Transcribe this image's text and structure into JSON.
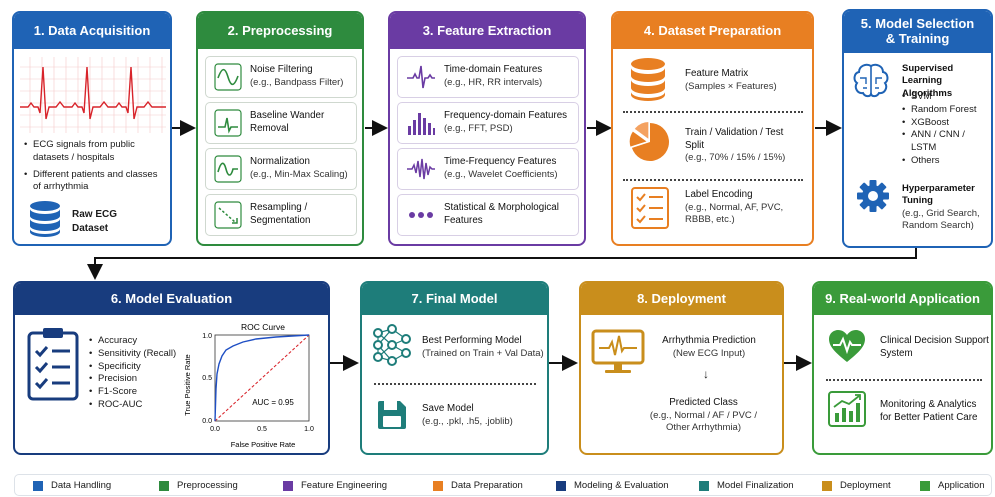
{
  "colors": {
    "blue": "#1f63b5",
    "green": "#2e8b3e",
    "purple": "#6a3ba3",
    "orange": "#e87f22",
    "navy": "#183c7e",
    "teal": "#1e7d7a",
    "gold": "#c98e1c",
    "app_green": "#3a9b3a",
    "ecg_red": "#d8232a"
  },
  "p1": {
    "title": "1. Data Acquisition",
    "bullets": [
      "ECG signals from public datasets / hospitals",
      "Different patients and classes of arrhythmia"
    ],
    "db_label_1": "Raw ECG",
    "db_label_2": "Dataset"
  },
  "p2": {
    "title": "2. Preprocessing",
    "items": [
      {
        "main": "Noise Filtering",
        "sub": "(e.g., Bandpass Filter)",
        "icon": "sine-wave-icon"
      },
      {
        "main": "Baseline Wander",
        "sub": "Removal",
        "icon": "baseline-icon"
      },
      {
        "main": "Normalization",
        "sub": "(e.g., Min-Max Scaling)",
        "icon": "normalize-wave-icon"
      },
      {
        "main": "Resampling /",
        "sub": "Segmentation",
        "icon": "resample-icon"
      }
    ]
  },
  "p3": {
    "title": "3. Feature Extraction",
    "items": [
      {
        "main": "Time-domain Features",
        "sub": "(e.g., HR, RR intervals)",
        "icon": "time-wave-icon"
      },
      {
        "main": "Frequency-domain Features",
        "sub": "(e.g., FFT, PSD)",
        "icon": "spectrum-bars-icon"
      },
      {
        "main": "Time-Frequency Features",
        "sub": "(e.g., Wavelet Coefficients)",
        "icon": "wavelet-icon"
      },
      {
        "main": "Statistical & Morphological",
        "sub": "Features",
        "icon": "dots-icon"
      }
    ]
  },
  "p4": {
    "title": "4. Dataset Preparation",
    "s1_main": "Feature Matrix",
    "s1_sub": "(Samples × Features)",
    "s2_main_1": "Train / Validation / Test",
    "s2_main_2": "Split",
    "s2_sub": "(e.g., 70% / 15% / 15%)",
    "split": [
      70,
      15,
      15
    ],
    "s3_main": "Label Encoding",
    "s3_sub_1": "(e.g., Normal, AF, PVC,",
    "s3_sub_2": "RBBB, etc.)"
  },
  "p5": {
    "title_1": "5. Model Selection",
    "title_2": "& Training",
    "sl_title_1": "Supervised Learning",
    "sl_title_2": "Algorithms",
    "algos": [
      "SVM",
      "Random Forest",
      "XGBoost",
      "ANN / CNN / LSTM",
      "Others"
    ],
    "hp_title_1": "Hyperparameter",
    "hp_title_2": "Tuning",
    "hp_sub_1": "(e.g., Grid Search,",
    "hp_sub_2": "Random Search)"
  },
  "p6": {
    "title": "6. Model Evaluation",
    "metrics": [
      "Accuracy",
      "Sensitivity (Recall)",
      "Specificity",
      "Precision",
      "F1-Score",
      "ROC-AUC"
    ],
    "roc_title": "ROC Curve",
    "roc_ylabel": "True Positive Rate",
    "roc_xlabel": "False Positive Rate",
    "auc_label": "AUC = 0.95",
    "ticks": [
      "0.0",
      "0.5",
      "1.0"
    ]
  },
  "p7": {
    "title": "7. Final Model",
    "s1_main": "Best Performing Model",
    "s1_sub": "(Trained on Train + Val Data)",
    "s2_main": "Save Model",
    "s2_sub": "(e.g., .pkl, .h5, .joblib)"
  },
  "p8": {
    "title": "8. Deployment",
    "s1_main": "Arrhythmia Prediction",
    "s1_sub": "(New ECG Input)",
    "s2_main": "Predicted Class",
    "s2_sub_1": "(e.g., Normal / AF / PVC /",
    "s2_sub_2": "Other Arrhythmia)"
  },
  "p9": {
    "title": "9. Real-world Application",
    "s1_1": "Clinical Decision Support",
    "s1_2": "System",
    "s2_1": "Monitoring & Analytics",
    "s2_2": "for Better Patient Care"
  },
  "legend": [
    {
      "label": "Data Handling",
      "color": "#1f63b5"
    },
    {
      "label": "Preprocessing",
      "color": "#2e8b3e"
    },
    {
      "label": "Feature Engineering",
      "color": "#6a3ba3"
    },
    {
      "label": "Data Preparation",
      "color": "#e87f22"
    },
    {
      "label": "Modeling & Evaluation",
      "color": "#183c7e"
    },
    {
      "label": "Model Finalization",
      "color": "#1e7d7a"
    },
    {
      "label": "Deployment",
      "color": "#c98e1c"
    },
    {
      "label": "Application",
      "color": "#3a9b3a"
    }
  ]
}
